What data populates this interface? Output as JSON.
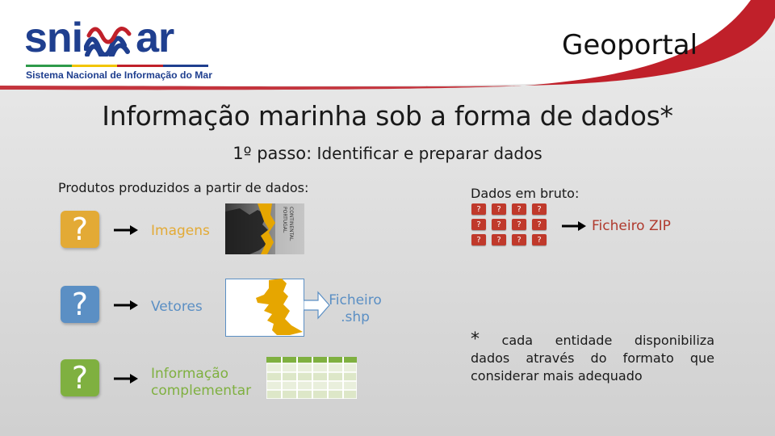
{
  "header": {
    "logo_text": "snimar",
    "logo_tagline": "Sistema Nacional de Informação do Mar",
    "app_title": "Geoportal"
  },
  "colors": {
    "header_red": "#c0202a",
    "logo_blue": "#1f3f8f",
    "images_color": "#e3aa35",
    "vectors_color": "#5b8fc4",
    "complement_color": "#7fb040",
    "raw_color": "#c0392b"
  },
  "main": {
    "heading": "Informação marinha sob a forma de dados*",
    "step_label": "1º passo:",
    "step_text": " Identificar e preparar dados"
  },
  "products": {
    "title": "Produtos produzidos a partir de dados:",
    "items": [
      {
        "icon": "question-icon",
        "label": "Imagens"
      },
      {
        "icon": "question-icon",
        "label": "Vetores",
        "output_label": "Ficheiro .shp"
      },
      {
        "icon": "question-icon",
        "label_line1": "Informação",
        "label_line2": "complementar"
      }
    ],
    "map_thumb_text": "PORTUGAL CONTINENTAL"
  },
  "raw": {
    "title": "Dados em bruto:",
    "tile_symbol": "?",
    "output_label": "Ficheiro ZIP"
  },
  "footnote": {
    "star": "*",
    "line1": " cada entidade disponibiliza",
    "line2": "dados através do formato que",
    "line3": "considerar mais adequado"
  }
}
